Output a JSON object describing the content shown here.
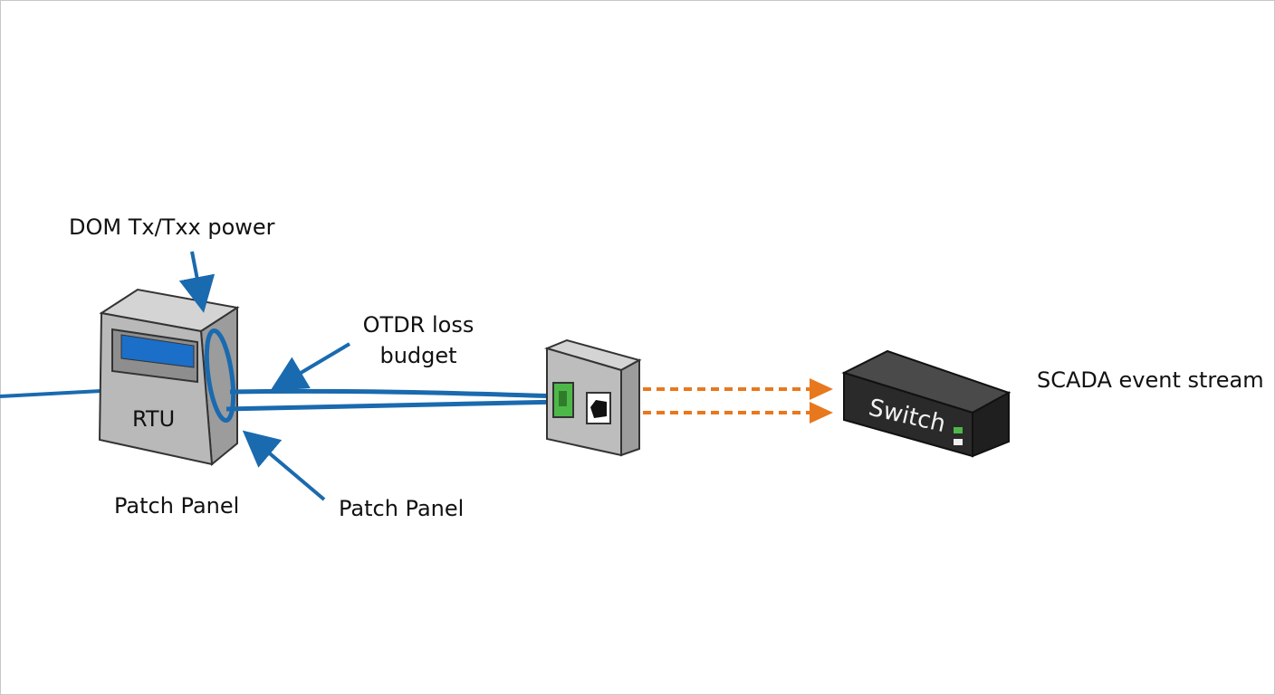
{
  "labels": {
    "dom_power": "DOM Tx/Txx power",
    "otdr_line1": "OTDR loss",
    "otdr_line2": "budget",
    "rtu": "RTU",
    "patch_panel_left": "Patch Panel",
    "patch_panel_right": "Patch Panel",
    "switch": "Switch",
    "scada": "SCADA event stream"
  },
  "colors": {
    "fiber": "#1a6aaf",
    "arrow": "#1a6aaf",
    "signal": "#e8781e",
    "device_gray": "#b9b9b9",
    "switch_body": "#2a2a2a",
    "port_green": "#4db848"
  }
}
